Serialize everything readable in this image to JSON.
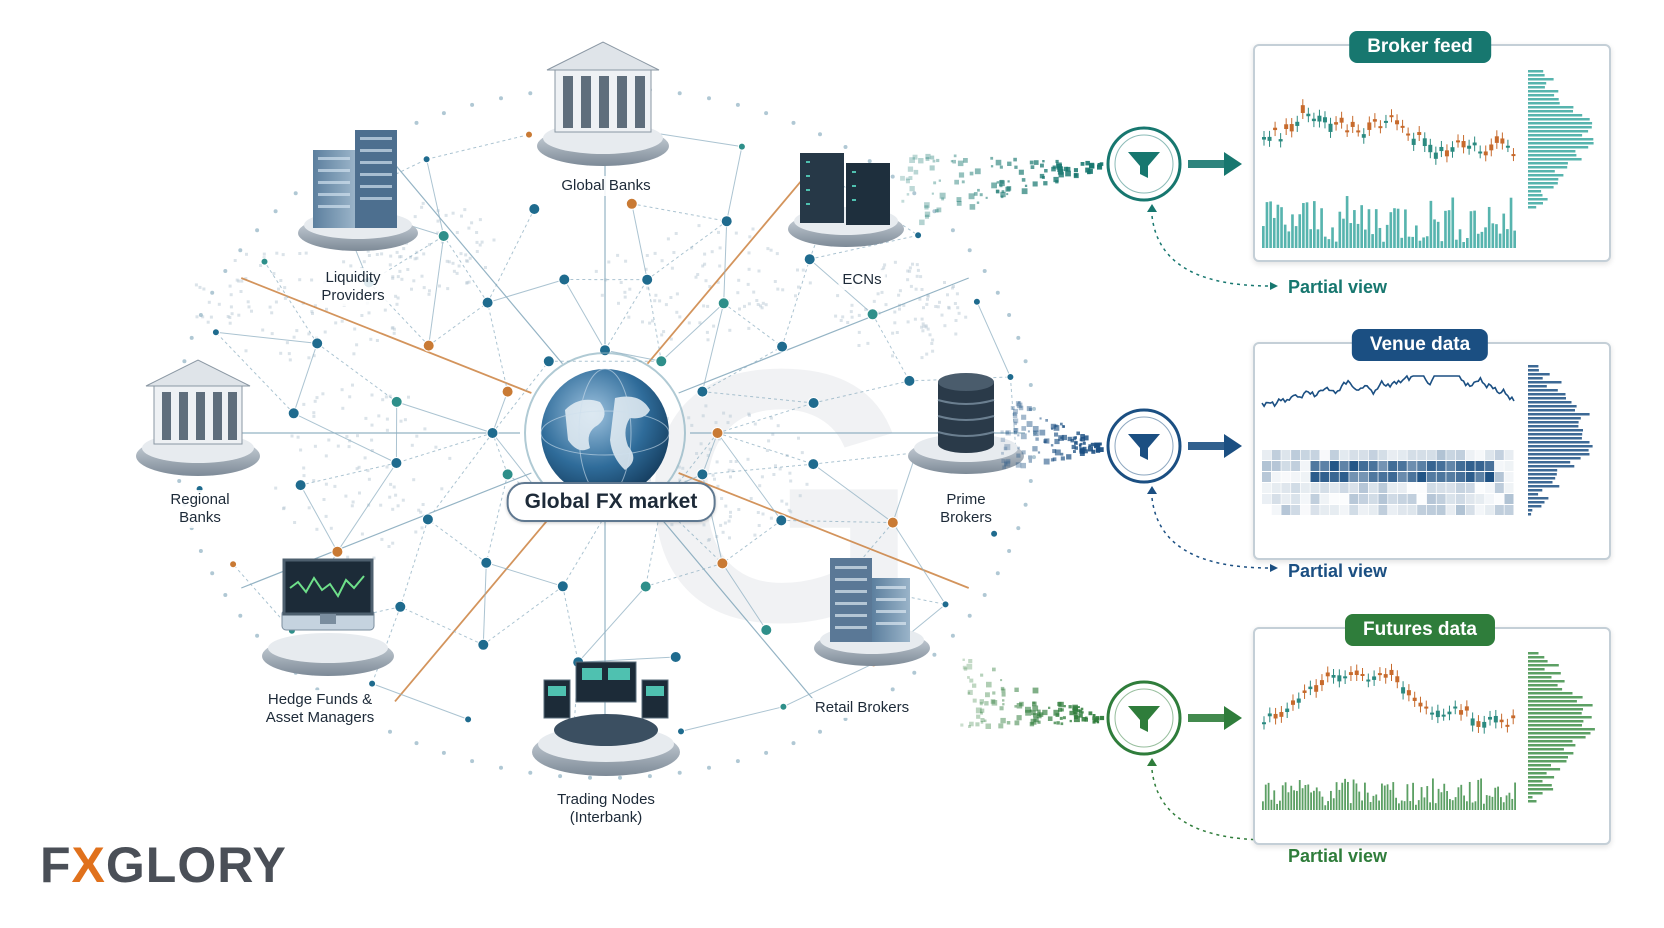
{
  "diagram": {
    "center_label": "Global FX market",
    "nodes": [
      {
        "label_lines": [
          "Global Banks"
        ],
        "icon": "bank-building-icon"
      },
      {
        "label_lines": [
          "Liquidity",
          "Providers"
        ],
        "icon": "office-tower-icon"
      },
      {
        "label_lines": [
          "ECNs"
        ],
        "icon": "server-rack-icon"
      },
      {
        "label_lines": [
          "Regional",
          "Banks"
        ],
        "icon": "bank-building-icon"
      },
      {
        "label_lines": [
          "Prime",
          "Brokers"
        ],
        "icon": "database-icon"
      },
      {
        "label_lines": [
          "Hedge Funds &",
          "Asset Managers"
        ],
        "icon": "trading-terminal-icon"
      },
      {
        "label_lines": [
          "Retail Brokers"
        ],
        "icon": "office-tower-icon"
      },
      {
        "label_lines": [
          "Trading Nodes",
          "(Interbank)"
        ],
        "icon": "trading-desk-icon"
      }
    ],
    "feeds": [
      {
        "title": "Broker feed",
        "annotation": "Partial view",
        "color": "#17776f"
      },
      {
        "title": "Venue data",
        "annotation": "Partial view",
        "color": "#1b4f82"
      },
      {
        "title": "Futures data",
        "annotation": "Partial view",
        "color": "#2f7d3b"
      }
    ]
  },
  "brand": {
    "logo_text_a": "F",
    "logo_text_x": "X",
    "logo_text_b": "GLORY"
  },
  "colors": {
    "accent_orange": "#c97a34",
    "teal": "#17776f",
    "navy": "#1b4f82",
    "green": "#2f7d3b",
    "node_blue": "#1f6b8e"
  }
}
